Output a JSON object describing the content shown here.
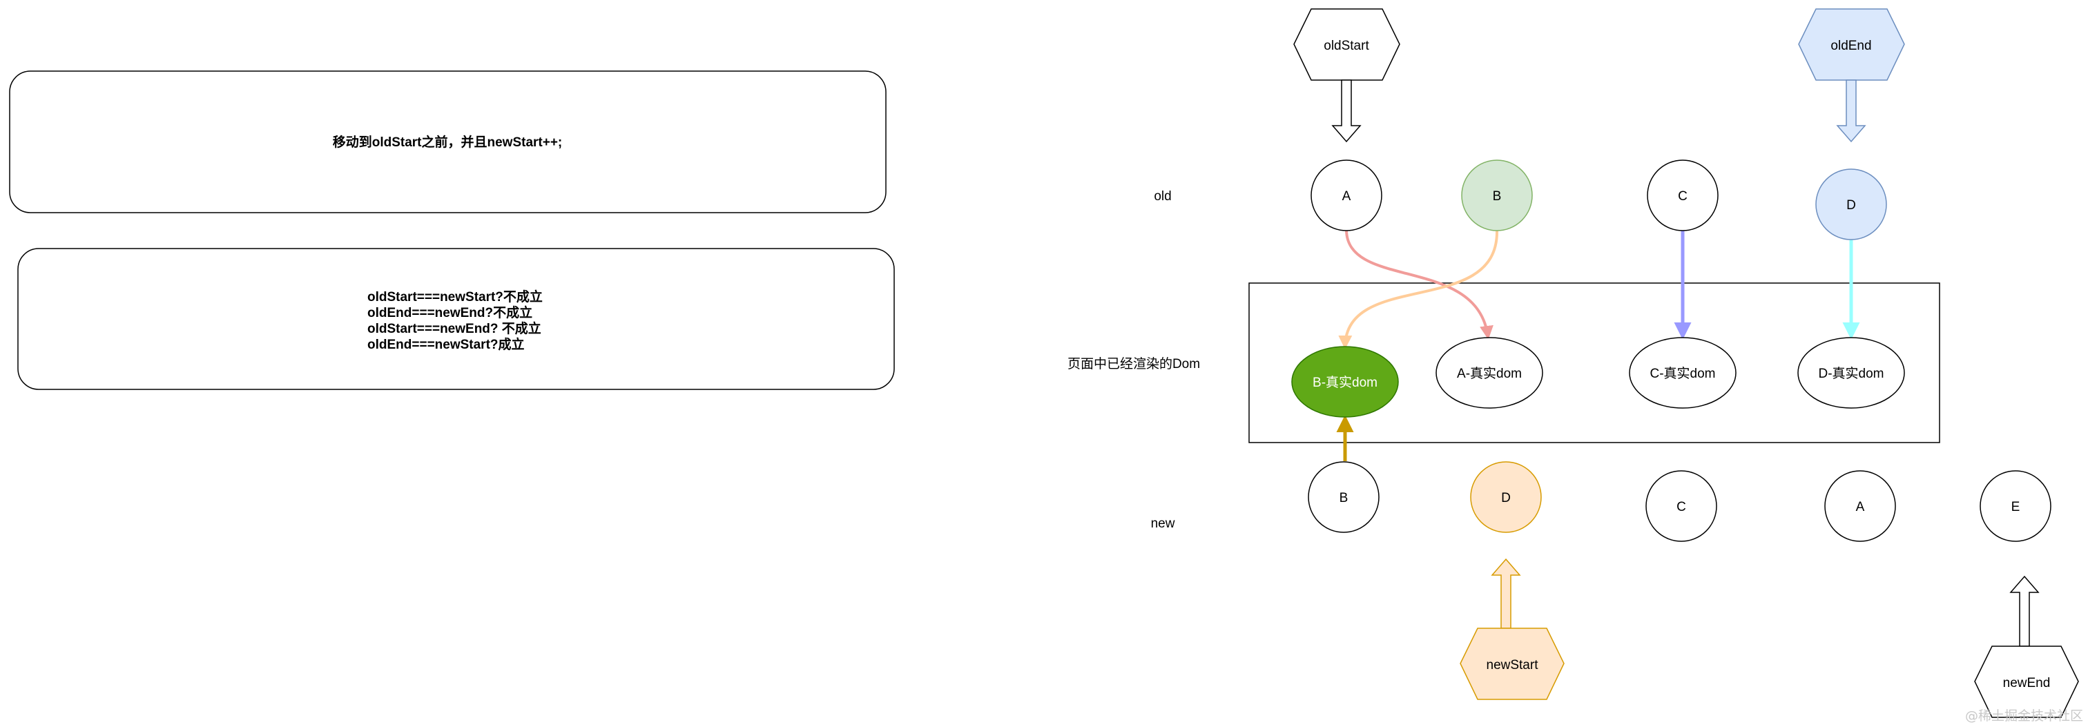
{
  "notes": {
    "box1": "移动到oldStart之前，并且newStart++;",
    "box2": [
      "oldStart===newStart?不成立",
      "oldEnd===newEnd?不成立",
      "oldStart===newEnd? 不成立",
      "oldEnd===newStart?成立"
    ]
  },
  "row_labels": {
    "old": "old",
    "dom": "页面中已经渲染的Dom",
    "new": "new"
  },
  "pointers": {
    "old_start": "oldStart",
    "old_end": "oldEnd",
    "new_start": "newStart",
    "new_end": "newEnd"
  },
  "old_nodes": [
    "A",
    "B",
    "C",
    "D"
  ],
  "dom_nodes": [
    "B-真实dom",
    "A-真实dom",
    "C-真实dom",
    "D-真实dom"
  ],
  "new_nodes": [
    "B",
    "D",
    "C",
    "A",
    "E"
  ],
  "watermark": "@稀土掘金技术社区",
  "colors": {
    "green_fill": "#d5e8d4",
    "green_dark": "#60a917",
    "blue_fill": "#dae8fc",
    "blue_stroke": "#6c8ebf",
    "orange_fill": "#ffe6cc",
    "orange_stroke": "#d79b00",
    "arrow_pink": "#f19c99",
    "arrow_orange": "#ffcc99",
    "arrow_purple": "#9999ff",
    "arrow_cyan": "#99ffff",
    "arrow_gold": "#c99a00"
  }
}
